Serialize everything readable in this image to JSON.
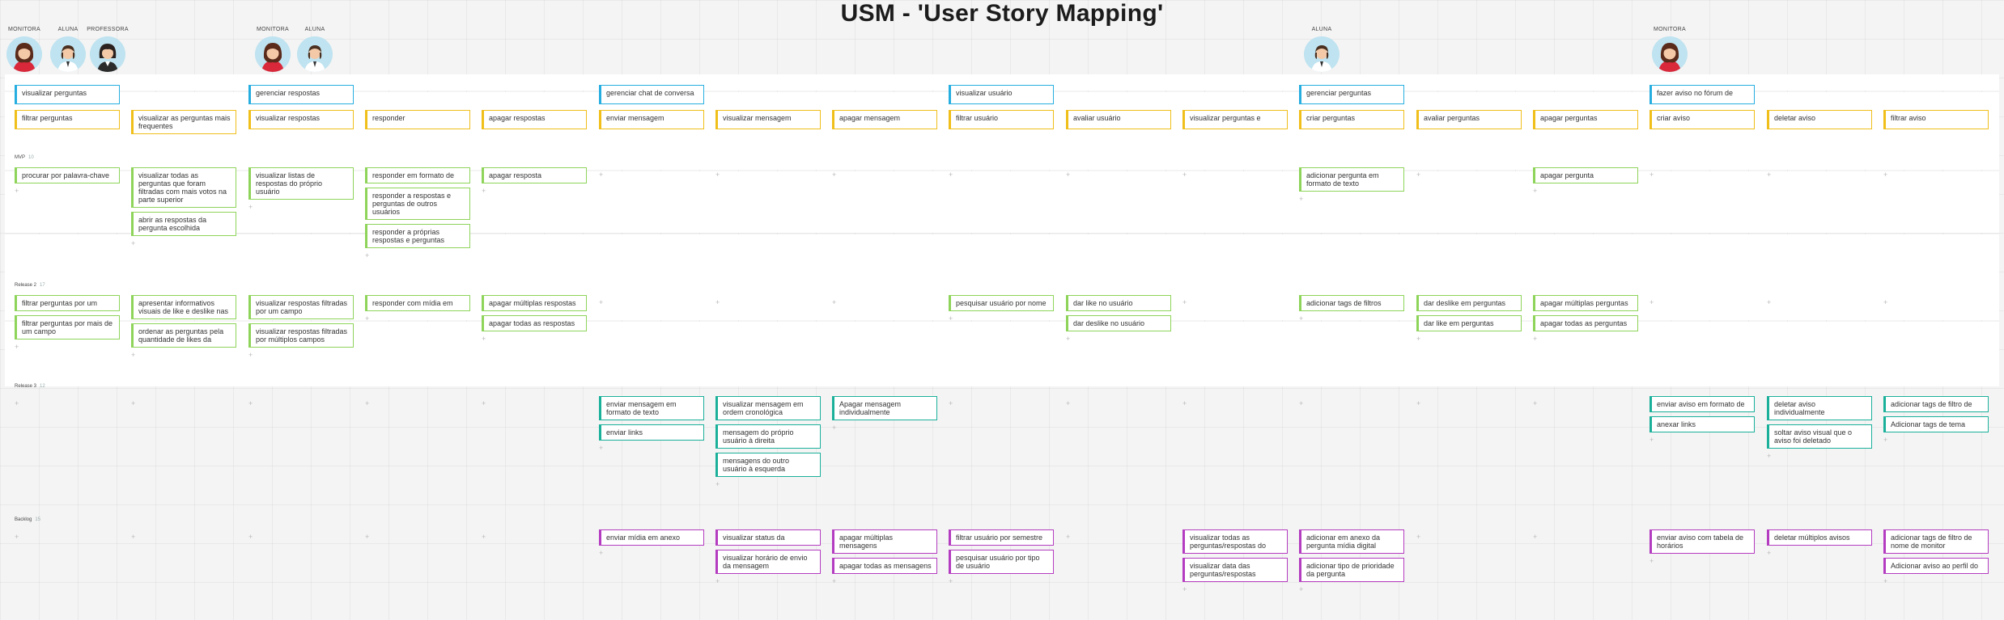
{
  "title": "USM - 'User Story Mapping'",
  "colors": {
    "activity": "#27aee0",
    "task": "#f0bf1a",
    "release_mvp": "#8ed45a",
    "release_2": "#8ed45a",
    "release_3": "#1ab09a",
    "backlog": "#b43cc0"
  },
  "personas": [
    {
      "label": "MONITORA",
      "avatar": "female-red-icon"
    },
    {
      "label": "ALUNA",
      "avatar": "female-student-icon"
    },
    {
      "label": "PROFESSORA",
      "avatar": "female-teacher-icon"
    },
    {
      "label": "MONITORA",
      "avatar": "female-red-icon"
    },
    {
      "label": "ALUNA",
      "avatar": "female-student-icon"
    },
    {
      "label": "ALUNA",
      "avatar": "female-student-icon"
    },
    {
      "label": "MONITORA",
      "avatar": "female-red-icon"
    }
  ],
  "activities": [
    "visualizar perguntas",
    "gerenciar respostas",
    "gerenciar chat de conversa",
    "visualizar usuário",
    "gerenciar perguntas",
    "fazer aviso no fórum de"
  ],
  "tasks": [
    "filtrar perguntas",
    "visualizar as perguntas mais frequentes",
    "visualizar respostas",
    "responder",
    "apagar respostas",
    "enviar mensagem",
    "visualizar mensagem",
    "apagar mensagem",
    "filtrar usuário",
    "avaliar usuário",
    "visualizar perguntas e",
    "criar perguntas",
    "avaliar perguntas",
    "apagar perguntas",
    "criar aviso",
    "deletar aviso",
    "filtrar aviso"
  ],
  "releases": [
    {
      "name": "MVP",
      "count": "10",
      "columns": [
        [
          "procurar por palavra-chave"
        ],
        [
          "visualizar todas as perguntas que foram filtradas com mais votos na parte superior",
          "abrir as respostas da pergunta escolhida"
        ],
        [
          "visualizar listas de respostas do próprio usuário"
        ],
        [
          "responder em formato de",
          "responder a respostas e perguntas de outros usuários",
          "responder a próprias respostas e perguntas"
        ],
        [
          "apagar resposta"
        ],
        [],
        [],
        [],
        [],
        [],
        [],
        [
          "adicionar pergunta em formato de texto"
        ],
        [],
        [
          "apagar pergunta"
        ],
        [],
        [],
        []
      ]
    },
    {
      "name": "Release 2",
      "count": "17",
      "columns": [
        [
          "filtrar perguntas por um",
          "filtrar perguntas por mais de um campo"
        ],
        [
          "apresentar informativos visuais de like e deslike nas",
          "ordenar as perguntas pela quantidade de likes da"
        ],
        [
          "visualizar respostas filtradas por um campo",
          "visualizar respostas filtradas por múltiplos campos"
        ],
        [
          "responder com mídia em"
        ],
        [
          "apagar múltiplas respostas",
          "apagar todas as respostas"
        ],
        [],
        [],
        [],
        [
          "pesquisar usuário por nome"
        ],
        [
          "dar like no usuário",
          "dar deslike no usuário"
        ],
        [],
        [
          "adicionar tags de filtros"
        ],
        [
          "dar deslike em perguntas",
          "dar like em perguntas"
        ],
        [
          "apagar múltiplas perguntas",
          "apagar todas as perguntas"
        ],
        [],
        [],
        []
      ]
    },
    {
      "name": "Release 3",
      "count": "12",
      "columns": [
        [],
        [],
        [],
        [],
        [],
        [
          "enviar mensagem em formato de texto",
          "enviar links"
        ],
        [
          "visualizar mensagem em ordem cronológica",
          "mensagem do próprio usuário à direita",
          "mensagens do outro usuário à esquerda"
        ],
        [
          "Apagar mensagem individualmente"
        ],
        [],
        [],
        [],
        [],
        [],
        [],
        [
          "enviar aviso em formato de",
          "anexar links"
        ],
        [
          "deletar aviso individualmente",
          "soltar aviso visual que o aviso foi deletado"
        ],
        [
          "adicionar tags de filtro de",
          "Adicionar tags de tema"
        ]
      ]
    },
    {
      "name": "Backlog",
      "count": "15",
      "columns": [
        [],
        [],
        [],
        [],
        [],
        [
          "enviar mídia em anexo"
        ],
        [
          "visualizar status da",
          "visualizar horário de envio da mensagem"
        ],
        [
          "apagar múltiplas mensagens",
          "apagar todas as mensagens"
        ],
        [
          "filtrar usuário por semestre",
          "pesquisar usuário por tipo de usuário"
        ],
        [],
        [
          "visualizar todas as perguntas/respostas do",
          "visualizar data das perguntas/respostas"
        ],
        [
          "adicionar em anexo da pergunta mídia digital",
          "adicionar tipo de prioridade da pergunta"
        ],
        [],
        [],
        [
          "enviar aviso com tabela de horários"
        ],
        [
          "deletar múltiplos avisos"
        ],
        [
          "adicionar tags de filtro de nome de monitor",
          "Adicionar aviso ao perfil do"
        ]
      ]
    }
  ]
}
